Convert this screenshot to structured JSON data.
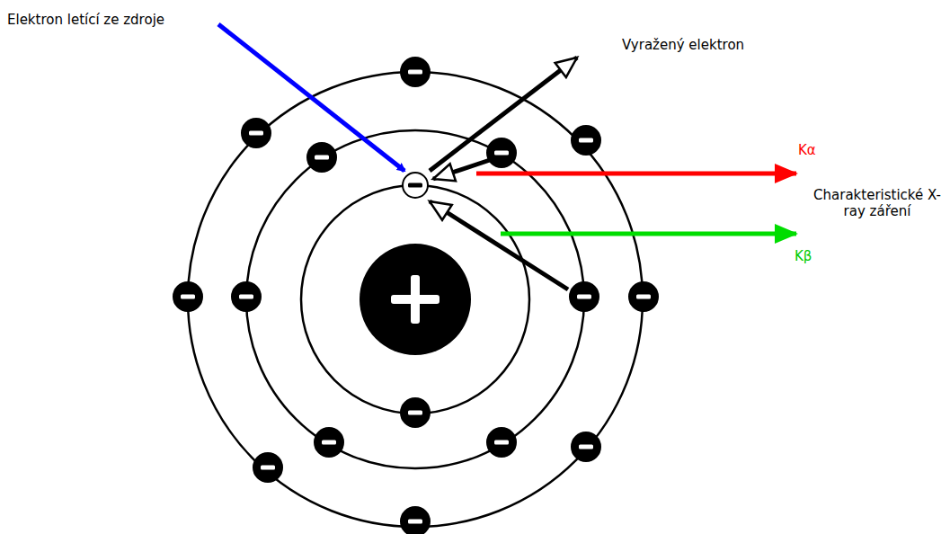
{
  "diagram": {
    "labels": [
      "Elektron letící ze zdroje",
      "Vyražený elektron",
      "Kα",
      "Charakteristické X-ray záření",
      "Kβ"
    ]
  }
}
